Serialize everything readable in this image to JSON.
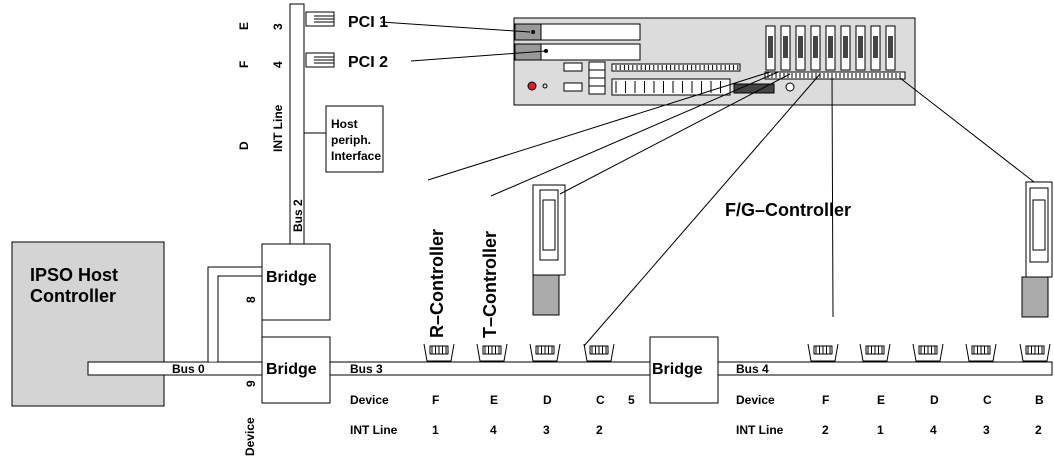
{
  "host": {
    "line1": "IPSO Host",
    "line2": "Controller"
  },
  "bridge_label": "Bridge",
  "bus0": "Bus 0",
  "bus2": "Bus 2",
  "bus3": "Bus 3",
  "bus4": "Bus 4",
  "pci1": "PCI 1",
  "pci2": "PCI 2",
  "int_line_vertical": "INT Line",
  "host_periph": {
    "line1": "Host",
    "line2": "periph.",
    "line3": "Interface"
  },
  "bus2_device_letters": {
    "e": "E",
    "f": "F",
    "d": "D"
  },
  "bus2_int_numbers": {
    "e": "3",
    "f": "4"
  },
  "bridge_device_numbers": {
    "top": "8",
    "bottom": "9"
  },
  "device_vertical": "Device",
  "r_controller": "R–Controller",
  "t_controller": "T–Controller",
  "fg_controller": "F/G–Controller",
  "bus3_table": {
    "device_label": "Device",
    "int_label": "INT Line",
    "devices": [
      "F",
      "E",
      "D",
      "C"
    ],
    "ints": [
      "1",
      "4",
      "3",
      "2"
    ]
  },
  "bridge3_device": "5",
  "bus4_table": {
    "device_label": "Device",
    "int_label": "INT Line",
    "devices": [
      "F",
      "E",
      "D",
      "C",
      "B"
    ],
    "ints": [
      "2",
      "1",
      "4",
      "3",
      "2"
    ]
  },
  "colors": {
    "host_fill": "#d4d4d4",
    "panel_fill": "#dcdcdc",
    "line": "#000000",
    "led": "#e02020"
  }
}
